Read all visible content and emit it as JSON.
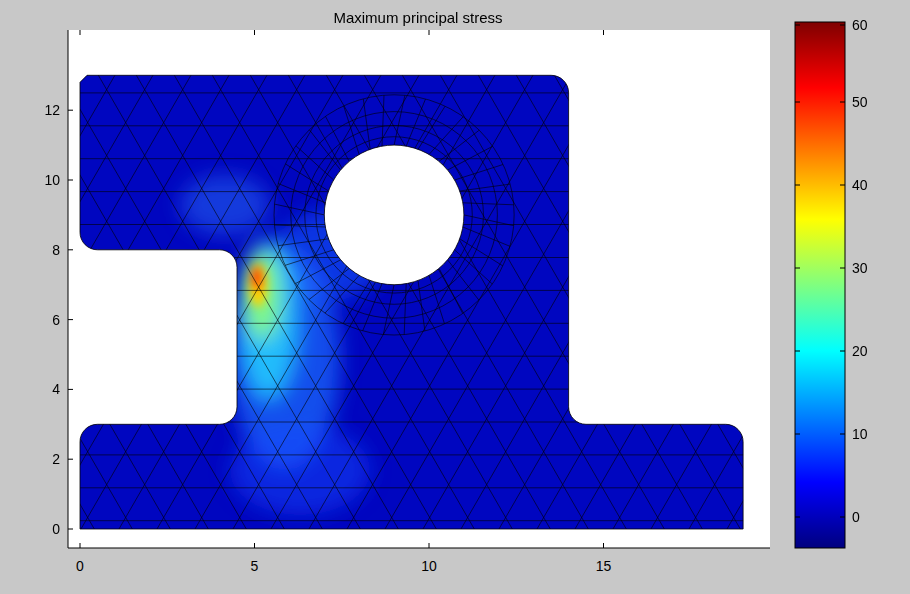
{
  "diagram": {
    "title": "Maximum principal stress",
    "labels": [
      "0",
      "5",
      "10",
      "15",
      "0",
      "2",
      "4",
      "6",
      "8",
      "10",
      "12",
      "0",
      "10",
      "20",
      "30",
      "40",
      "50",
      "60"
    ]
  }
}
